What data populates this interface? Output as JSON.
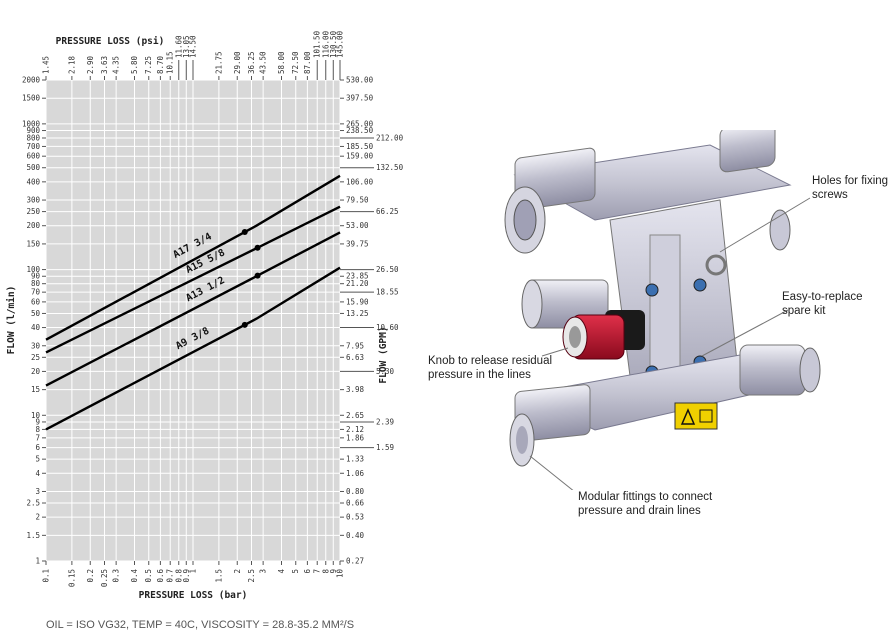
{
  "chart_data": {
    "type": "line",
    "xlabel": "PRESSURE LOSS (bar)",
    "x2label": "PRESSURE LOSS (psi)",
    "ylabel": "FLOW (l/min)",
    "y2label": "FLOW (GPM)",
    "xscale": "log",
    "yscale": "log",
    "xlim": [
      0.1,
      10
    ],
    "ylim": [
      1,
      2000
    ],
    "grid": true,
    "x_ticks": [
      "0.1",
      "0.15",
      "0.2",
      "0.25",
      "0.3",
      "0.4",
      "0.5",
      "0.6",
      "0.7",
      "0.8",
      "0.9",
      "1",
      "1.5",
      "2",
      "2.5",
      "3",
      "4",
      "5",
      "6",
      "7",
      "8",
      "9",
      "10"
    ],
    "x_tick_values": [
      0.1,
      0.15,
      0.2,
      0.25,
      0.3,
      0.4,
      0.5,
      0.6,
      0.7,
      0.8,
      0.9,
      1,
      1.5,
      2,
      2.5,
      3,
      4,
      5,
      6,
      7,
      8,
      9,
      10
    ],
    "x2_ticks": [
      "1.45",
      "2.18",
      "2.90",
      "3.63",
      "4.35",
      "5.80",
      "7.25",
      "8.70",
      "10.15",
      "11.60",
      "13.05",
      "14.50",
      "21.75",
      "29.00",
      "36.25",
      "43.50",
      "58.00",
      "72.50",
      "87.00",
      "101.50",
      "116.00",
      "130.50",
      "145.00"
    ],
    "y_ticks": [
      "1",
      "1.5",
      "2",
      "2.5",
      "3",
      "4",
      "5",
      "6",
      "7",
      "8",
      "9",
      "10",
      "15",
      "20",
      "25",
      "30",
      "40",
      "50",
      "60",
      "70",
      "80",
      "90",
      "100",
      "150",
      "200",
      "250",
      "300",
      "400",
      "500",
      "600",
      "700",
      "800",
      "900",
      "1000",
      "1500",
      "2000"
    ],
    "y_tick_values": [
      1,
      1.5,
      2,
      2.5,
      3,
      4,
      5,
      6,
      7,
      8,
      9,
      10,
      15,
      20,
      25,
      30,
      40,
      50,
      60,
      70,
      80,
      90,
      100,
      150,
      200,
      250,
      300,
      400,
      500,
      600,
      700,
      800,
      900,
      1000,
      1500,
      2000
    ],
    "y2_ticks": [
      "0.27",
      "0.40",
      "0.53",
      "0.66",
      "0.80",
      "1.06",
      "1.33",
      "1.59",
      "1.86",
      "2.12",
      "2.39",
      "2.65",
      "3.98",
      "5.30",
      "6.63",
      "7.95",
      "10.60",
      "13.25",
      "15.90",
      "18.55",
      "21.20",
      "23.85",
      "26.50",
      "39.75",
      "53.00",
      "66.25",
      "79.50",
      "106.00",
      "132.50",
      "159.00",
      "185.50",
      "212.00",
      "238.50",
      "265.00",
      "397.50",
      "530.00"
    ],
    "series": [
      {
        "name": "A17 3/4",
        "x": [
          0.1,
          2.7,
          10
        ],
        "y": [
          33,
          200,
          440
        ],
        "marker_x": 2.25
      },
      {
        "name": "A15 5/8",
        "x": [
          0.1,
          2.7,
          10
        ],
        "y": [
          27,
          140,
          270
        ],
        "marker_x": 2.75
      },
      {
        "name": "A13 1/2",
        "x": [
          0.1,
          2.7,
          10
        ],
        "y": [
          16,
          90,
          180
        ],
        "marker_x": 2.75
      },
      {
        "name": "A9 3/8",
        "x": [
          0.1,
          2.7,
          10
        ],
        "y": [
          8,
          46,
          103
        ],
        "marker_x": 2.25
      }
    ]
  },
  "footnote": "OIL = ISO VG32, TEMP = 40C, VISCOSITY = 28.8-35.2 MM²/S",
  "callouts": {
    "holes": "Holes for fixing screws",
    "spare": "Easy-to-replace spare kit",
    "knob": "Knob to release residual pressure in the lines",
    "fittings": "Modular fittings to connect pressure and drain lines"
  },
  "colors": {
    "plot_bg": "#d8d8d8",
    "grid": "#ffffff",
    "lines": "#000000",
    "valve_body": "#c9c9d6",
    "knob": "#c0102a"
  },
  "icons": [
    "valve-illustration"
  ]
}
